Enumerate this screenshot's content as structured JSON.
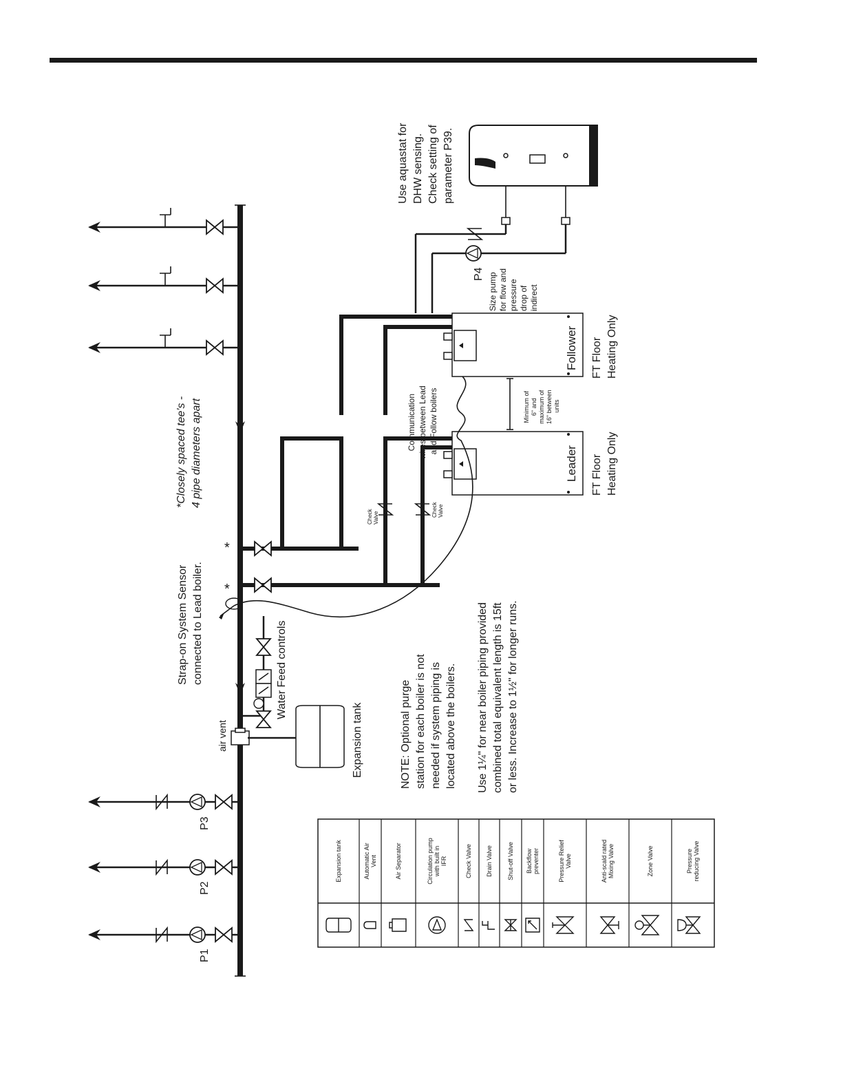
{
  "labels": {
    "closely_spaced": [
      "*Closely spaced tee's -",
      "4 pipe diameters apart"
    ],
    "strap_on": [
      "Strap-on System Sensor",
      "connected to Lead boiler."
    ],
    "water_feed": "Water Feed controls",
    "air_vent": "air vent",
    "expansion_tank": "Expansion tank",
    "note": [
      "NOTE: Optional purge",
      "station for each boiler is not",
      "needed if system piping is",
      "located above the boilers."
    ],
    "use_pipe": [
      "Use 1¼\" for near boiler piping provided",
      "combined total equivalent length is 15ft",
      "or less. Increase to 1½\" for longer runs."
    ],
    "aquastat": [
      "Use aquastat for",
      "DHW sensing.",
      "Check setting of",
      "parameter P39."
    ],
    "size_pump": [
      "Size pump",
      "for flow and",
      "pressure",
      "drop of",
      "indirect"
    ],
    "communication": [
      "Communication",
      "wires between Lead",
      "and Follow boilers"
    ],
    "spacing": [
      "Minimum of",
      "6\" and",
      "maximum of",
      "16\" between",
      "units"
    ],
    "leader": "Leader",
    "follower": "Follower",
    "leader_model": [
      "FT Floor",
      "Heating Only"
    ],
    "follower_model": [
      "FT Floor",
      "Heating Only"
    ],
    "check_valve": [
      "Check",
      "Valve"
    ],
    "star": "*",
    "pumps": {
      "p1": "P1",
      "p2": "P2",
      "p3": "P3",
      "p4": "P4"
    }
  },
  "legend": [
    {
      "label": "Expansion tank",
      "icon": "expansion-tank-icon"
    },
    {
      "label": "Automatic Air Vent",
      "icon": "air-vent-icon"
    },
    {
      "label": "Air Separator",
      "icon": "air-separator-icon"
    },
    {
      "label": "Circulation pump with built in IFR",
      "icon": "circulator-icon"
    },
    {
      "label": "Check Valve",
      "icon": "check-valve-icon"
    },
    {
      "label": "Drain Valve",
      "icon": "drain-valve-icon"
    },
    {
      "label": "Shut-off Valve",
      "icon": "shutoff-valve-icon"
    },
    {
      "label": "Backflow preventer",
      "icon": "backflow-preventer-icon"
    },
    {
      "label": "Pressure Relief Valve",
      "icon": "relief-valve-icon"
    },
    {
      "label": "Anti-scald rated Mixing Valve",
      "icon": "mixing-valve-icon"
    },
    {
      "label": "Zone Valve",
      "icon": "zone-valve-icon"
    },
    {
      "label": "Pressure reducing Valve",
      "icon": "pressure-reducing-valve-icon"
    }
  ]
}
